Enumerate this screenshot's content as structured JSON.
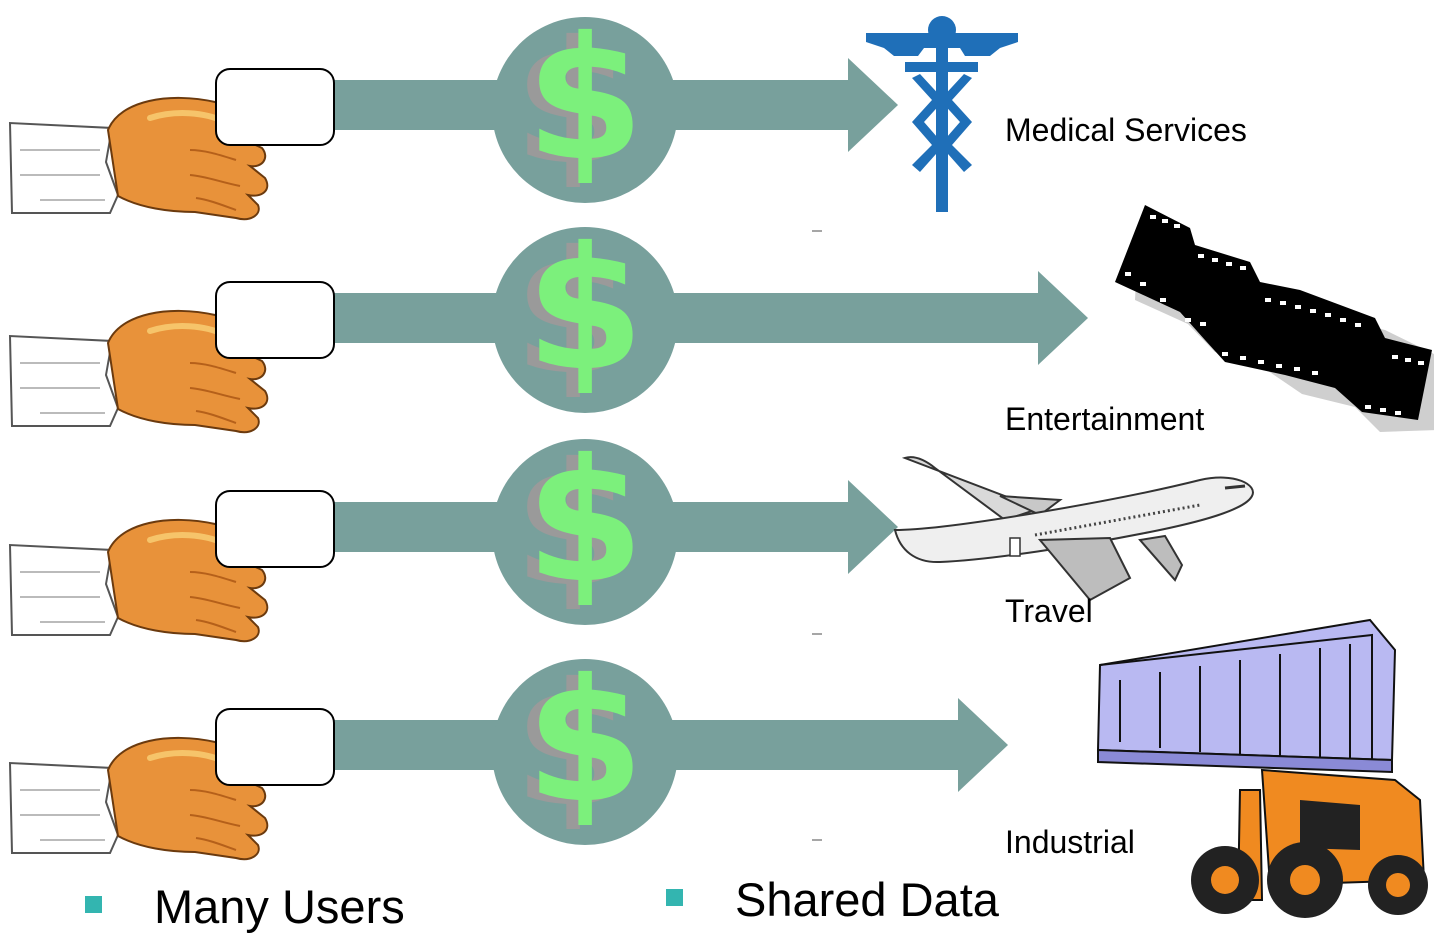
{
  "destinations": [
    {
      "label": "Medical Services",
      "icon": "caduceus-icon"
    },
    {
      "label": "Entertainment",
      "icon": "film-strip-icon"
    },
    {
      "label": "Travel",
      "icon": "airplane-icon"
    },
    {
      "label": "Industrial",
      "icon": "forklift-container-icon"
    }
  ],
  "bullets": {
    "left": "Many Users",
    "right": "Shared Data"
  },
  "colors": {
    "arrow": "#78a09c",
    "dollar": "#7cf07c",
    "skin": "#e8923a",
    "caduceus": "#1f6fb8",
    "bullet": "#33b5b0",
    "container": "#b9b9f2",
    "forklift": "#f08a20"
  },
  "icons": {
    "hand": "hand-holding-card-icon",
    "card": "blank-card-icon",
    "coin": "dollar-coin-icon"
  }
}
